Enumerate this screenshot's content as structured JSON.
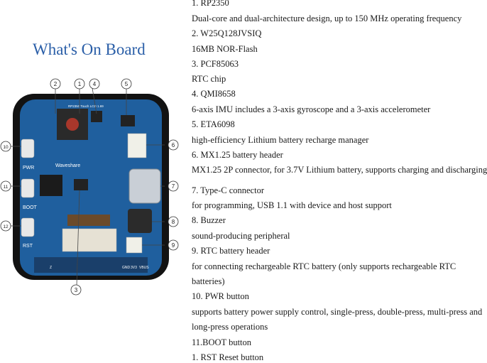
{
  "header": {
    "title": "What's On Board"
  },
  "board": {
    "silk": {
      "brand": "Waveshare",
      "pwr": "PWR",
      "boot": "BOOT",
      "rst": "RST",
      "model": "RP2350 Touch LCD 1.69",
      "pin_labels": [
        "Z",
        "GND",
        "3V3",
        "VBUS"
      ]
    },
    "callouts": [
      "1",
      "2",
      "3",
      "4",
      "5",
      "6",
      "7",
      "8",
      "9",
      "10",
      "11",
      "12"
    ]
  },
  "specs": {
    "lines": [
      "1. RP2350",
      "Dual-core and dual-architecture design, up to 150 MHz operating frequency",
      "2. W25Q128JVSIQ",
      "16MB NOR-Flash",
      "3. PCF85063",
      "RTC chip",
      "4. QMI8658",
      "6-axis IMU includes a 3-axis gyroscope and a 3-axis accelerometer",
      "5. ETA6098",
      "high-efficiency Lithium battery recharge manager",
      "6. MX1.25 battery header",
      "MX1.25 2P connector, for 3.7V Lithium battery, supports charging and discharging",
      "7. Type-C connector",
      "for programming, USB 1.1 with device and host support",
      "8. Buzzer",
      "sound-producing peripheral",
      "9. RTC battery header",
      "for connecting rechargeable RTC battery (only supports rechargeable RTC",
      "batteries)",
      "10. PWR button",
      "supports battery power supply control, single-press, double-press, multi-press and",
      "long-press operations",
      "11.BOOT button",
      "1. RST Reset button"
    ]
  }
}
